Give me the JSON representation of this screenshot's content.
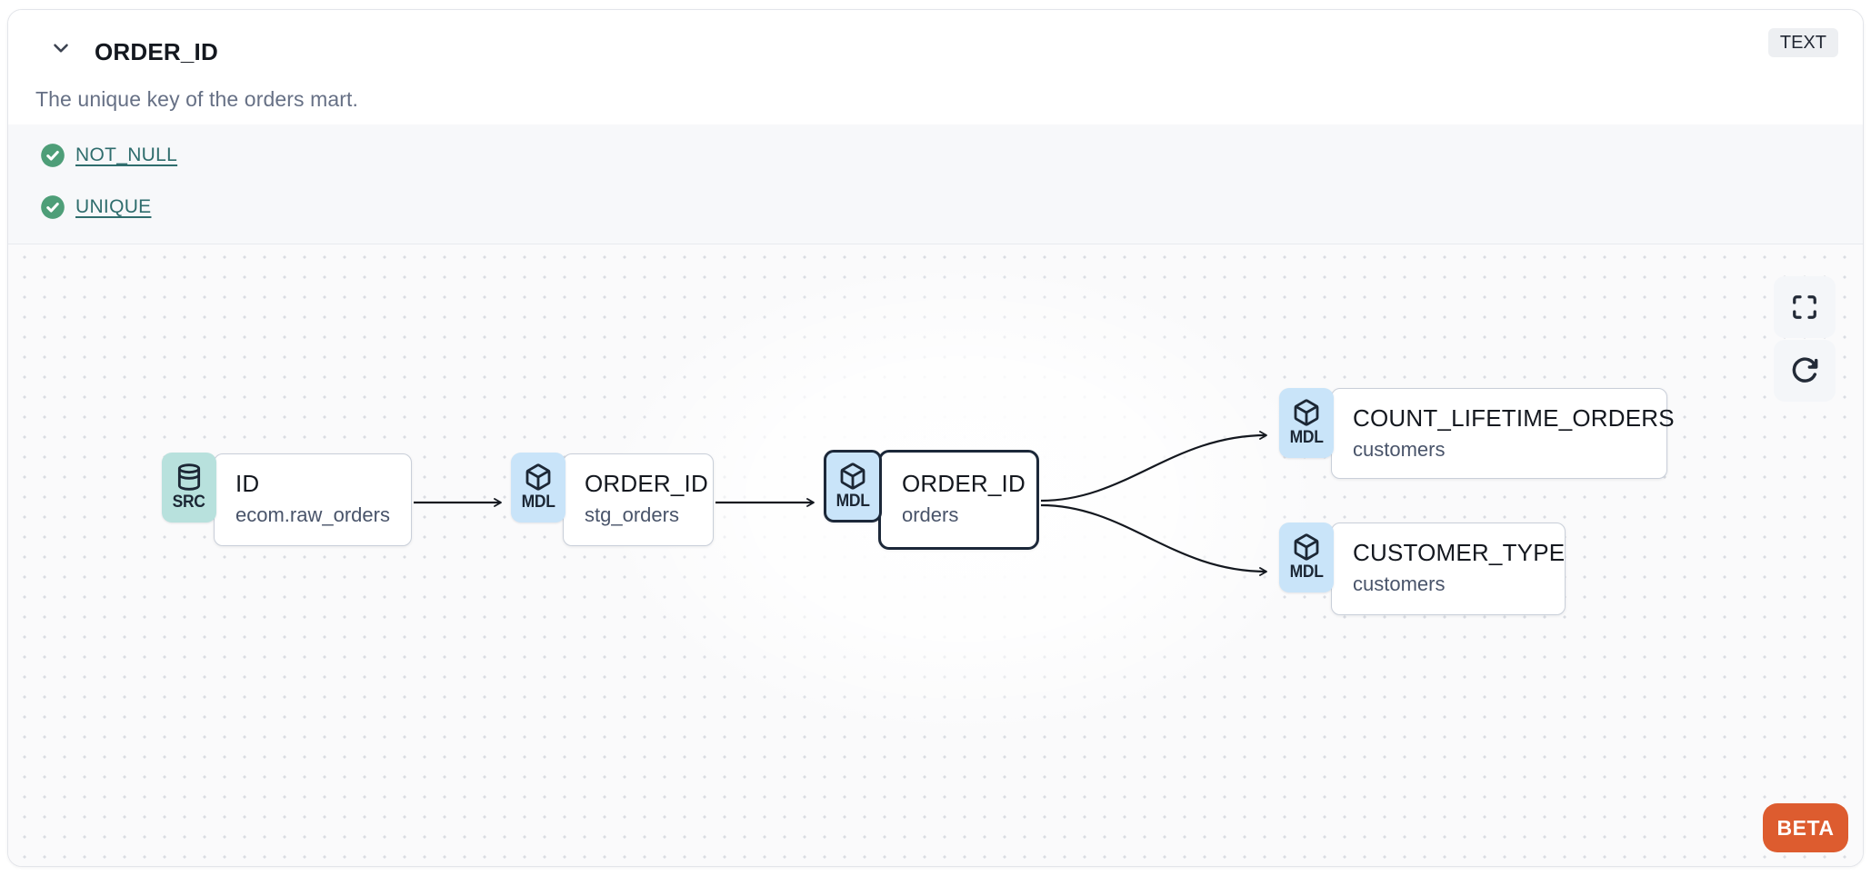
{
  "header": {
    "title": "ORDER_ID",
    "type_badge": "TEXT"
  },
  "description": "The unique key of the orders mart.",
  "tests": {
    "items": [
      {
        "label": "NOT_NULL",
        "status": "pass"
      },
      {
        "label": "UNIQUE",
        "status": "pass"
      }
    ]
  },
  "lineage": {
    "nodes": [
      {
        "badge": "SRC",
        "icon": "database-icon",
        "title": "ID",
        "subtitle": "ecom.raw_orders",
        "selected": false
      },
      {
        "badge": "MDL",
        "icon": "cube-icon",
        "title": "ORDER_ID",
        "subtitle": "stg_orders",
        "selected": false
      },
      {
        "badge": "MDL",
        "icon": "cube-icon",
        "title": "ORDER_ID",
        "subtitle": "orders",
        "selected": true
      },
      {
        "badge": "MDL",
        "icon": "cube-icon",
        "title": "COUNT_LIFETIME_ORDERS",
        "subtitle": "customers",
        "selected": false
      },
      {
        "badge": "MDL",
        "icon": "cube-icon",
        "title": "CUSTOMER_TYPE",
        "subtitle": "customers",
        "selected": false
      }
    ],
    "beta_label": "BETA"
  },
  "colors": {
    "accent_orange": "#dd5c2f",
    "model_badge_blue": "#c9e4f9",
    "source_badge_teal": "#b8e1dd",
    "test_pass_green": "#4e9e78",
    "link_teal": "#2f6d6d",
    "selected_border": "#1c2839",
    "edge": "#14181f"
  }
}
